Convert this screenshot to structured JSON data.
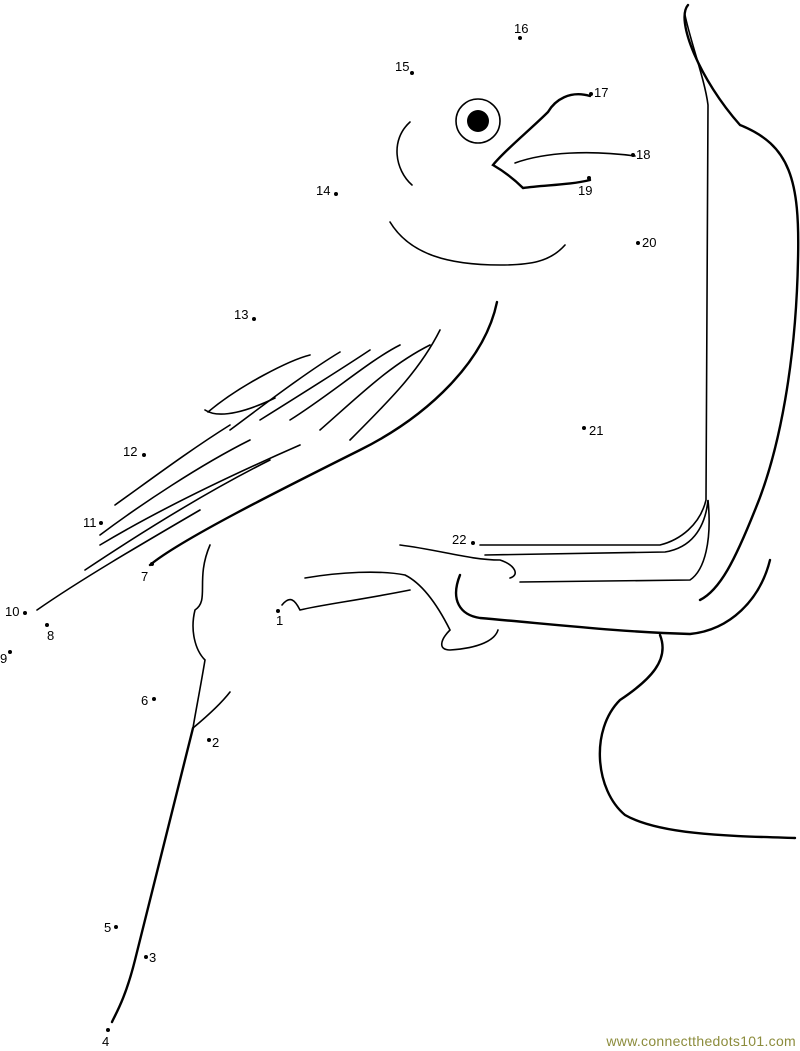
{
  "title": "Connect the dots: bird perched on chair",
  "dots": [
    {
      "n": "1"
    },
    {
      "n": "2"
    },
    {
      "n": "3"
    },
    {
      "n": "4"
    },
    {
      "n": "5"
    },
    {
      "n": "6"
    },
    {
      "n": "7"
    },
    {
      "n": "8"
    },
    {
      "n": "9"
    },
    {
      "n": "10"
    },
    {
      "n": "11"
    },
    {
      "n": "12"
    },
    {
      "n": "13"
    },
    {
      "n": "14"
    },
    {
      "n": "15"
    },
    {
      "n": "16"
    },
    {
      "n": "17"
    },
    {
      "n": "18"
    },
    {
      "n": "19"
    },
    {
      "n": "20"
    },
    {
      "n": "21"
    },
    {
      "n": "22"
    }
  ],
  "watermark": "www.connectthedots101.com",
  "colors": {
    "line": "#000000",
    "watermark": "#8c8c3c"
  }
}
